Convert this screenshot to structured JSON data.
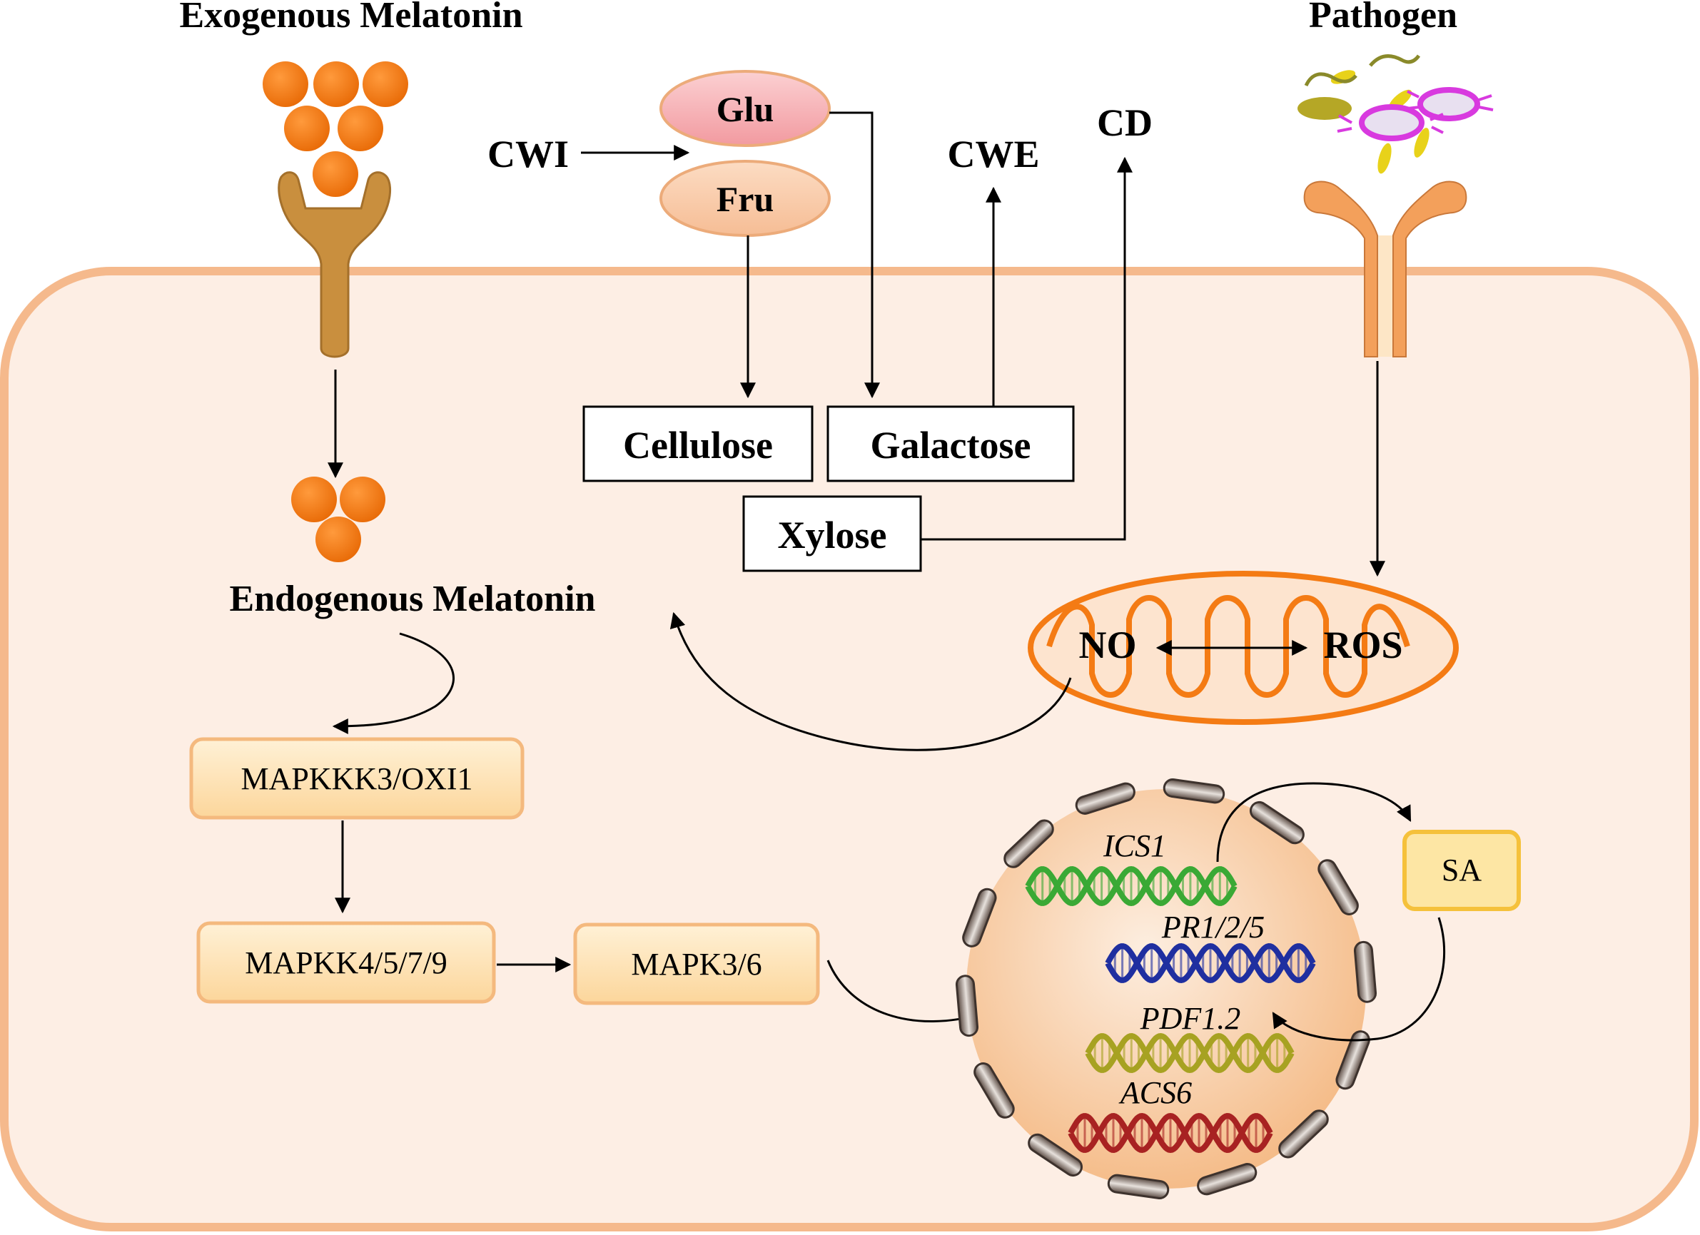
{
  "titles": {
    "exogenous_melatonin": "Exogenous Melatonin",
    "pathogen": "Pathogen",
    "endogenous_melatonin": "Endogenous Melatonin"
  },
  "sugars": {
    "glu": "Glu",
    "fru": "Fru"
  },
  "labels": {
    "cwi": "CWI",
    "cwe": "CWE",
    "cd": "CD"
  },
  "wall_boxes": {
    "cellulose": "Cellulose",
    "galactose": "Galactose",
    "xylose": "Xylose"
  },
  "mitochondrion": {
    "no": "NO",
    "ros": "ROS"
  },
  "kinases": {
    "mapkkk": "MAPKKK3/OXI1",
    "mapkk": "MAPKK4/5/7/9",
    "mapk": "MAPK3/6"
  },
  "sa": "SA",
  "genes": [
    {
      "name": "ICS1",
      "color": "#3aa935"
    },
    {
      "name": "PR1/2/5",
      "color": "#1f2fa0"
    },
    {
      "name": "PDF1.2",
      "color": "#a7a222"
    },
    {
      "name": "ACS6",
      "color": "#a82222"
    }
  ],
  "colors": {
    "cell_fill": "#fdeee4",
    "cell_stroke": "#f5b98c",
    "melatonin": "#f47b14",
    "receptor": "#c98f3e",
    "glu": "#f6a9ad",
    "fru": "#f8c9a3",
    "kinase_fill": "#fde1b0",
    "kinase_stroke": "#f4b97e",
    "sa_fill": "#fde6a4",
    "sa_stroke": "#f5c13b",
    "mito": "#f47b14",
    "nucleus": "#f6c594"
  }
}
